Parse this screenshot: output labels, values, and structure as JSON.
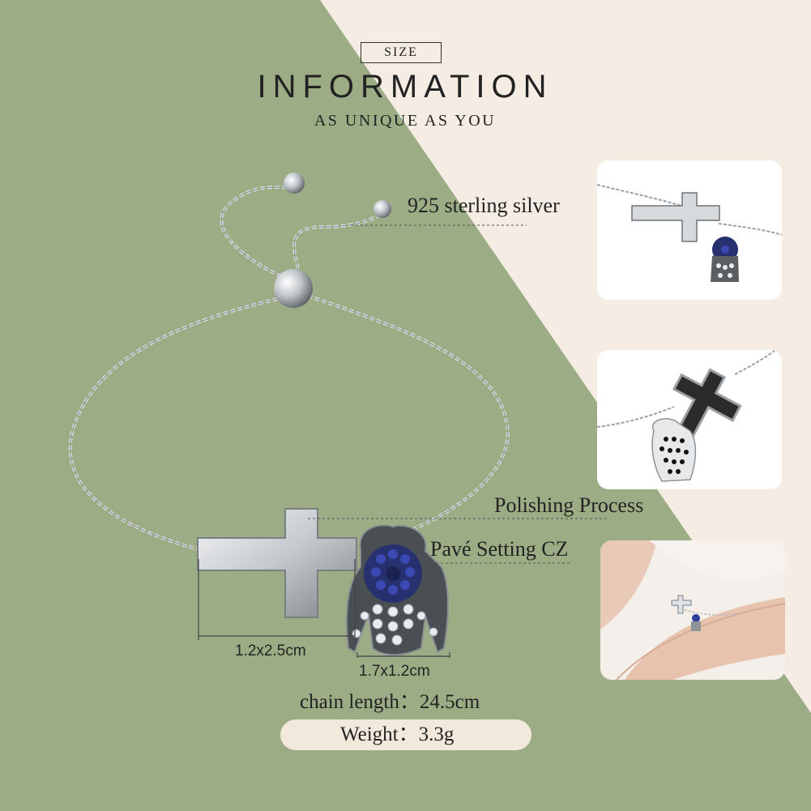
{
  "header": {
    "badge": "SIZE",
    "title": "INFORMATION",
    "subtitle": "AS UNIQUE AS YOU"
  },
  "callouts": {
    "material": "925 sterling silver",
    "finish": "Polishing Process",
    "setting": "Pavé Setting CZ"
  },
  "dimensions": {
    "cross": "1.2x2.5cm",
    "hamsa": "1.7x1.2cm"
  },
  "specs": {
    "chain_length": "chain length：24.5cm",
    "weight": "Weight：3.3g"
  },
  "colors": {
    "green_panel": "#9cad85",
    "cream_panel": "#f5ece4",
    "silver": "#c9ccd0",
    "blue_stone": "#2f3d9a",
    "pill": "#f3e8dc"
  }
}
